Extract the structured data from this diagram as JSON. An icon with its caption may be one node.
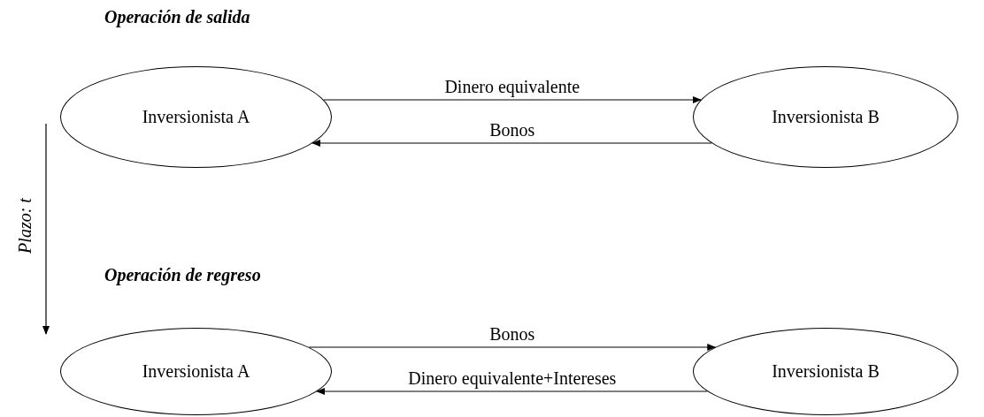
{
  "diagram": {
    "nodes": [
      {
        "text": [
          "Inversionista A"
        ]
      },
      {
        "text": [
          "Inversionista B"
        ]
      },
      {
        "text": [
          "Inversionista A"
        ]
      },
      {
        "text": [
          "Inversionista B"
        ]
      }
    ],
    "edges": [
      {
        "from": 0,
        "to": 1,
        "arrow": "to",
        "label": "Dinero equivalente"
      },
      {
        "from": 1,
        "to": 0,
        "arrow": "to",
        "label": "Bonos"
      },
      {
        "from": 2,
        "to": 3,
        "arrow": "to",
        "label": "Bonos"
      },
      {
        "from": 3,
        "to": 2,
        "arrow": "to",
        "label": "Dinero equivalente+Intereses"
      }
    ],
    "labels": [
      "Operación de salida",
      "Plazo: t",
      "Operación de regreso"
    ]
  }
}
